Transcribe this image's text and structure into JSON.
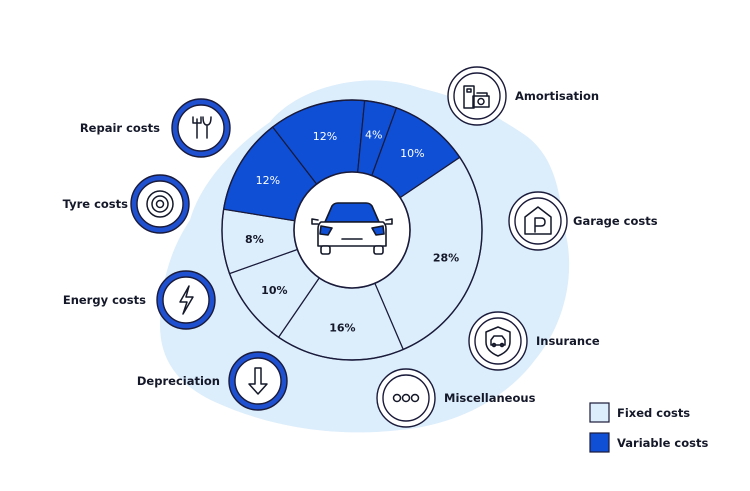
{
  "colors": {
    "fixed": "#dcedfb",
    "variable": "#0f4fd6",
    "blob": "#dcedfb",
    "outline": "#1a1a3a",
    "icon_ring": "#1e50cf"
  },
  "chart_data": {
    "type": "pie",
    "slices": [
      {
        "category": "Amortisation",
        "value": 28,
        "label": "28%",
        "group": "Fixed costs",
        "icon": "calculator-money-icon"
      },
      {
        "category": "Garage costs",
        "value": 16,
        "label": "16%",
        "group": "Fixed costs",
        "icon": "parking-garage-icon"
      },
      {
        "category": "Insurance",
        "value": 10,
        "label": "10%",
        "group": "Fixed costs",
        "icon": "car-shield-icon"
      },
      {
        "category": "Miscellaneous",
        "value": 8,
        "label": "8%",
        "group": "Fixed costs",
        "icon": "ellipsis-icon"
      },
      {
        "category": "Depreciation",
        "value": 12,
        "label": "12%",
        "group": "Variable costs",
        "icon": "arrow-down-icon"
      },
      {
        "category": "Energy costs",
        "value": 12,
        "label": "12%",
        "group": "Variable costs",
        "icon": "lightning-icon"
      },
      {
        "category": "Tyre costs",
        "value": 4,
        "label": "4%",
        "group": "Variable costs",
        "icon": "tyre-icon"
      },
      {
        "category": "Repair costs",
        "value": 10,
        "label": "10%",
        "group": "Variable costs",
        "icon": "tools-icon"
      }
    ],
    "legend": [
      {
        "label": "Fixed costs",
        "group": "Fixed costs"
      },
      {
        "label": "Variable costs",
        "group": "Variable costs"
      }
    ],
    "legend_position": "bottom-right",
    "center_icon": "car-front-icon"
  }
}
